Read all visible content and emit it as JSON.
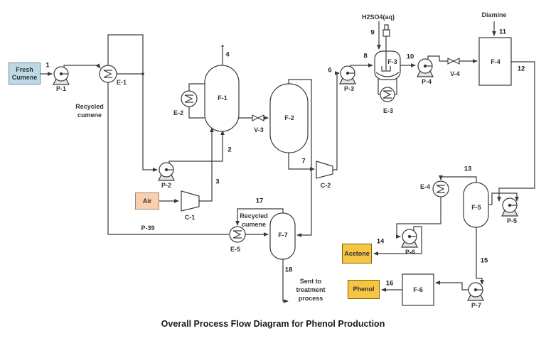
{
  "title": "Overall Process Flow Diagram for Phenol Production",
  "feeds": {
    "fresh_cumene": "Fresh Cumene",
    "air": "Air",
    "acetone": "Acetone",
    "phenol": "Phenol"
  },
  "equipment": {
    "p1": "P-1",
    "p2": "P-2",
    "p3": "P-3",
    "p4": "P-4",
    "p5": "P-5",
    "p6": "P-6",
    "p7": "P-7",
    "e1": "E-1",
    "e2": "E-2",
    "e3": "E-3",
    "e4": "E-4",
    "e5": "E-5",
    "c1": "C-1",
    "c2": "C-2",
    "f1": "F-1",
    "f2": "F-2",
    "f3": "F-3",
    "f4": "F-4",
    "f5": "F-5",
    "f6": "F-6",
    "f7": "F-7",
    "v3": "V-3",
    "v4": "V-4"
  },
  "streams": {
    "s1": "1",
    "s2": "2",
    "s3": "3",
    "s4": "4",
    "s6": "6",
    "s7": "7",
    "s8": "8",
    "s9": "9",
    "s10": "10",
    "s11": "11",
    "s12": "12",
    "s13": "13",
    "s14": "14",
    "s15": "15",
    "s16": "16",
    "s17": "17",
    "s18": "18"
  },
  "annotations": {
    "recycled_cumene": "Recycled cumene",
    "recycled_cumene_2": "Recycled cumene",
    "p39": "P-39",
    "h2so4": "H2SO4(aq)",
    "diamine": "Diamine",
    "sent_to_treatment": "Sent to treatment process"
  },
  "colors": {
    "line": "#3a3a3a",
    "fresh_cumene_fill": "#bdd9e6",
    "air_fill": "#f9cfae",
    "product_fill": "#f6c543"
  }
}
